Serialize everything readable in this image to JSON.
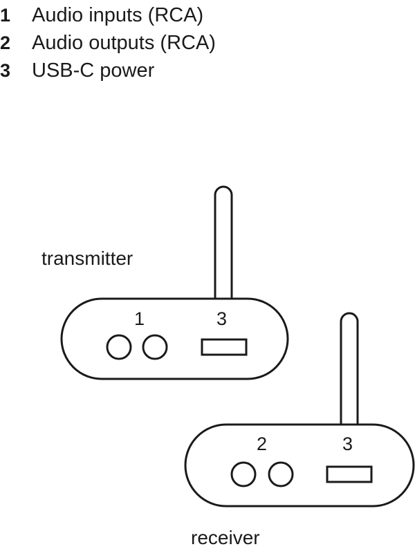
{
  "legend": [
    {
      "number": "1",
      "text": "Audio inputs (RCA)"
    },
    {
      "number": "2",
      "text": "Audio outputs (RCA)"
    },
    {
      "number": "3",
      "text": "USB-C power"
    }
  ],
  "transmitter": {
    "label": "transmitter",
    "port_rca": "1",
    "port_usb": "3"
  },
  "receiver": {
    "label": "receiver",
    "port_rca": "2",
    "port_usb": "3"
  },
  "colors": {
    "stroke": "#1a1a1a",
    "background": "#ffffff"
  }
}
